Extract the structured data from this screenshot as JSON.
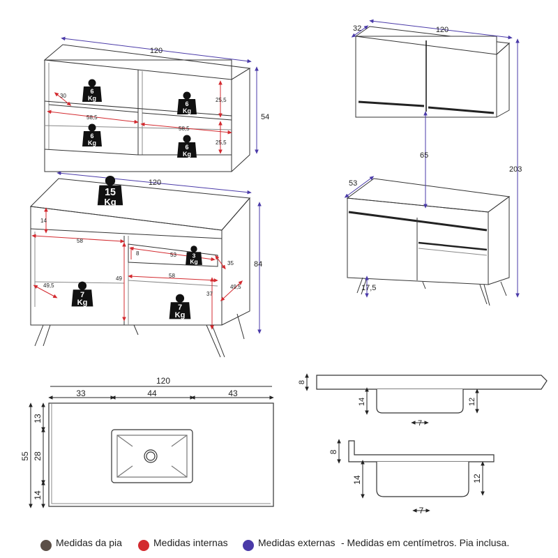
{
  "colors": {
    "sink": "#5b4f47",
    "internal": "#d32a2f",
    "external": "#4a3aa8",
    "line": "#333333",
    "weight": "#111111"
  },
  "upper_shelf": {
    "width": "120",
    "height": "54",
    "depth": "30",
    "inner_width_left": "58,5",
    "inner_width_right": "58,5",
    "inner_height_top": "25,5",
    "inner_height_bottom": "25,5",
    "weights": [
      {
        "value": "6",
        "unit": "Kg"
      },
      {
        "value": "6",
        "unit": "Kg"
      },
      {
        "value": "6",
        "unit": "Kg"
      },
      {
        "value": "6",
        "unit": "Kg"
      }
    ]
  },
  "lower_cabinet": {
    "width": "120",
    "height": "84",
    "top_panel": "14",
    "left_width": "58",
    "left_height": "49",
    "left_depth": "49,5",
    "drawer_width": "53",
    "drawer_height": "8",
    "drawer_depth": "35",
    "right_width": "58",
    "right_height": "37",
    "right_depth": "49,5",
    "top_weight": {
      "value": "15",
      "unit": "Kg"
    },
    "drawer_weight": {
      "value": "3",
      "unit": "Kg"
    },
    "left_weight": {
      "value": "7",
      "unit": "Kg"
    },
    "right_weight": {
      "value": "7",
      "unit": "Kg"
    }
  },
  "assembled": {
    "depth_upper": "32",
    "width_upper": "120",
    "gap": "65",
    "total_height": "203",
    "depth_lower": "53",
    "leg_height": "17,5"
  },
  "sink_top": {
    "width_total": "120",
    "left": "33",
    "bowl": "44",
    "right": "43",
    "depth_total": "55",
    "front_margin": "13",
    "bowl_depth": "28",
    "back_margin": "14"
  },
  "sink_side_1": {
    "thickness": "8",
    "bowl_depth": "14",
    "bowl_inner": "12",
    "bottom_offset": "7"
  },
  "sink_side_2": {
    "thickness": "8",
    "bowl_depth": "14",
    "bowl_inner": "12",
    "bottom_offset": "7"
  },
  "legend": {
    "sink": "Medidas da pia",
    "internal": "Medidas internas",
    "external": "Medidas externas",
    "note": "-  Medidas em centímetros. Pia inclusa."
  }
}
